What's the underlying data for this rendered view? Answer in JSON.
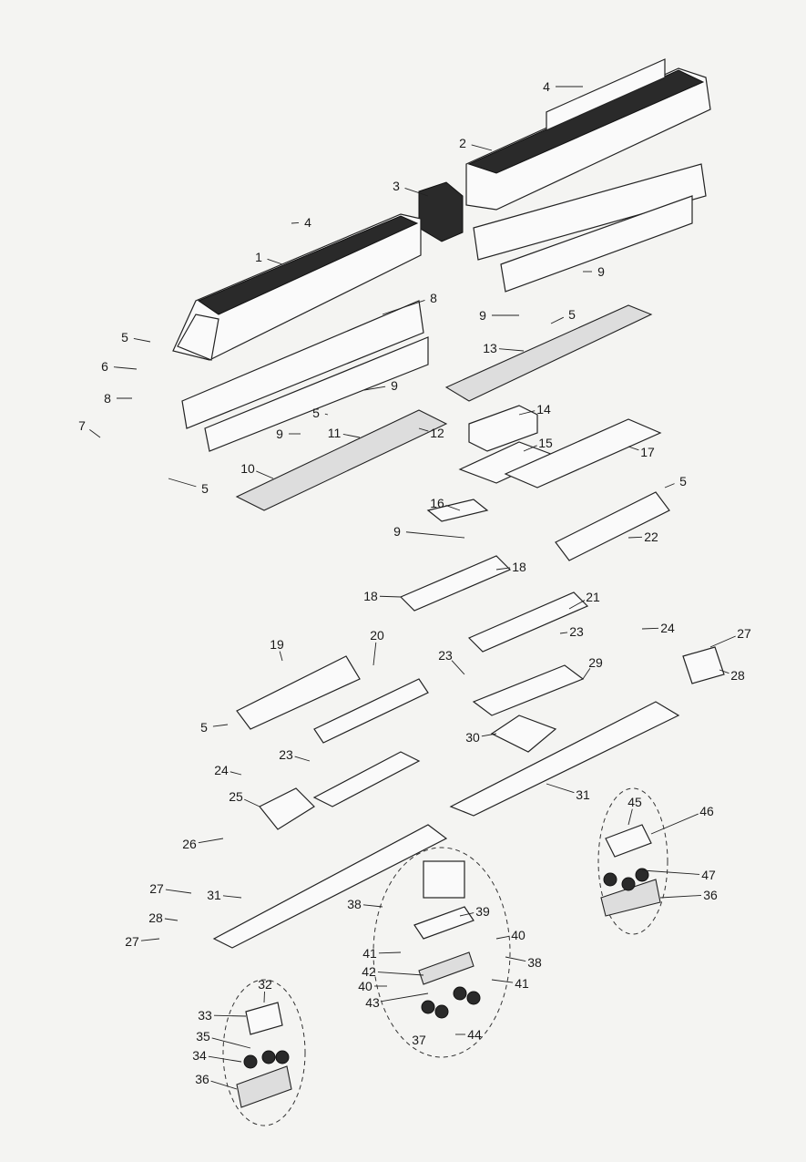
{
  "diagram": {
    "type": "exploded-parts-view",
    "part_labels": [
      "4",
      "2",
      "3",
      "4",
      "1",
      "8",
      "9",
      "9",
      "5",
      "5",
      "6",
      "13",
      "9",
      "8",
      "5",
      "14",
      "11",
      "12",
      "9",
      "7",
      "15",
      "17",
      "10",
      "5",
      "5",
      "16",
      "22",
      "9",
      "18",
      "18",
      "21",
      "23",
      "24",
      "27",
      "28",
      "19",
      "20",
      "23",
      "29",
      "5",
      "30",
      "31",
      "23",
      "24",
      "25",
      "45",
      "46",
      "26",
      "47",
      "36",
      "27",
      "31",
      "38",
      "39",
      "28",
      "27",
      "40",
      "41",
      "38",
      "42",
      "41",
      "40",
      "32",
      "43",
      "33",
      "35",
      "34",
      "37",
      "44",
      "36"
    ]
  }
}
